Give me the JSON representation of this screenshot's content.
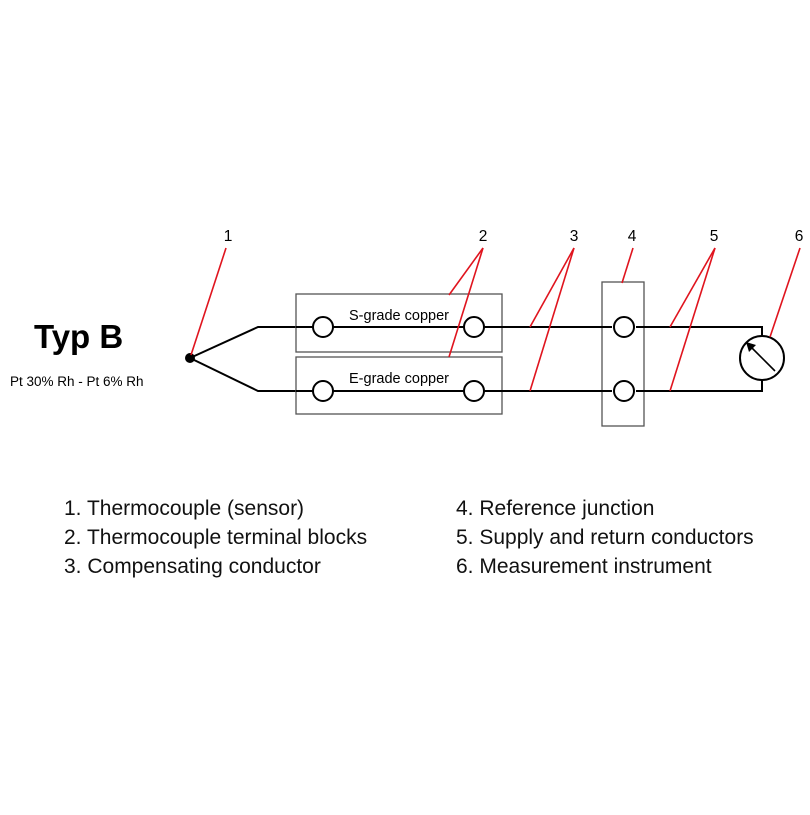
{
  "type": {
    "title": "Typ B",
    "subtitle": "Pt 30% Rh - Pt 6% Rh"
  },
  "callouts": [
    "1",
    "2",
    "3",
    "4",
    "5",
    "6"
  ],
  "blocks": {
    "upper_label": "S-grade copper",
    "lower_label": "E-grade copper"
  },
  "legend": {
    "left": [
      "1. Thermocouple (sensor)",
      "2. Thermocouple terminal blocks",
      "3. Compensating conductor"
    ],
    "right": [
      "4. Reference junction",
      "5. Supply and return conductors",
      "6. Measurement instrument"
    ]
  },
  "colors": {
    "wire": "#000000",
    "leader": "#e0141e",
    "box": "#555555"
  }
}
